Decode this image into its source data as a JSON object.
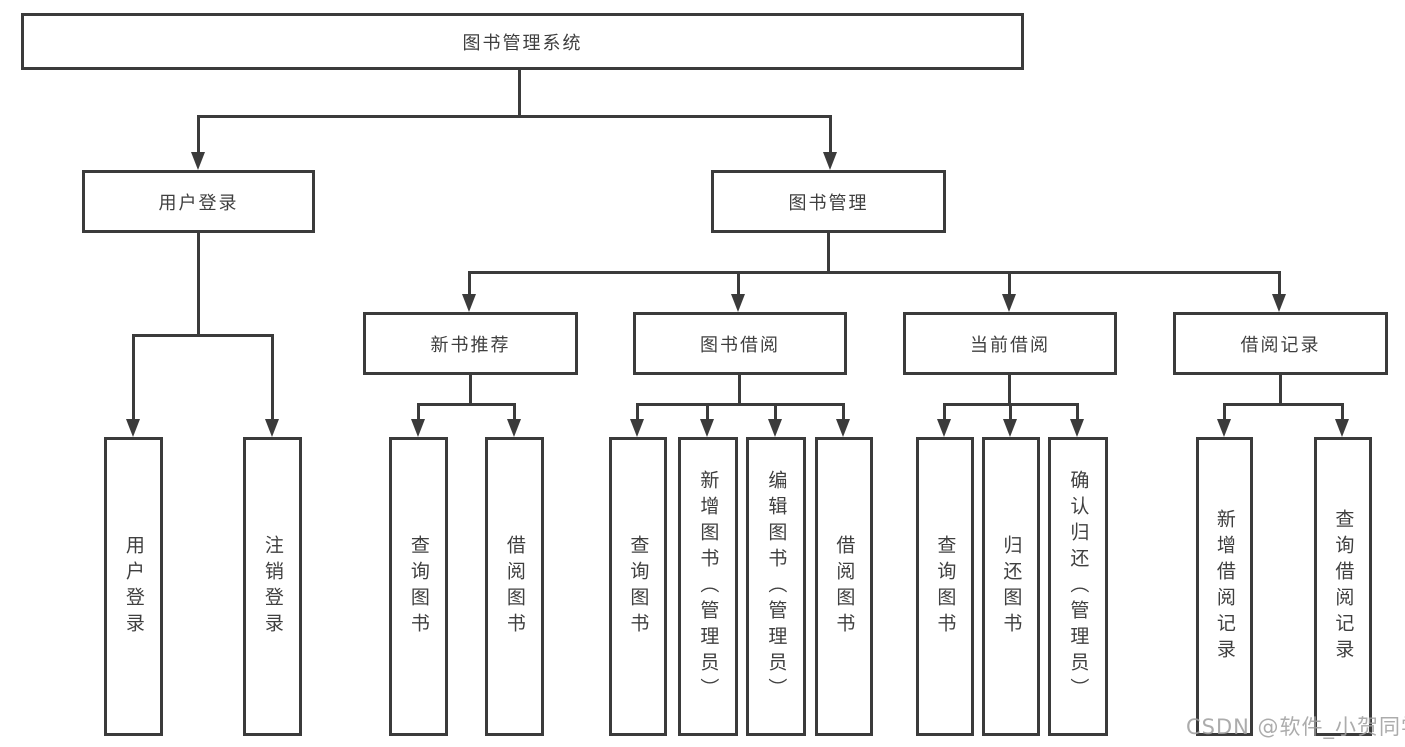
{
  "tree": {
    "root": {
      "label": "图书管理系统"
    },
    "branches": [
      {
        "label": "用户登录",
        "leaves": [
          "用户登录",
          "注销登录"
        ]
      },
      {
        "label": "图书管理",
        "groups": [
          {
            "label": "新书推荐",
            "leaves": [
              "查询图书",
              "借阅图书"
            ]
          },
          {
            "label": "图书借阅",
            "leaves": [
              "查询图书",
              "新增图书（管理员）",
              "编辑图书（管理员）",
              "借阅图书"
            ]
          },
          {
            "label": "当前借阅",
            "leaves": [
              "查询图书",
              "归还图书",
              "确认归还（管理员）"
            ]
          },
          {
            "label": "借阅记录",
            "leaves": [
              "新增借阅记录",
              "查询借阅记录"
            ]
          }
        ]
      }
    ]
  },
  "watermark": {
    "text": "CSDN @软件_小贺同学",
    "color": "#a0a0a0"
  },
  "colors": {
    "line": "#3b3b3b",
    "node_border": "#3b3b3b",
    "text": "#3f3f3f",
    "background": "#ffffff"
  }
}
